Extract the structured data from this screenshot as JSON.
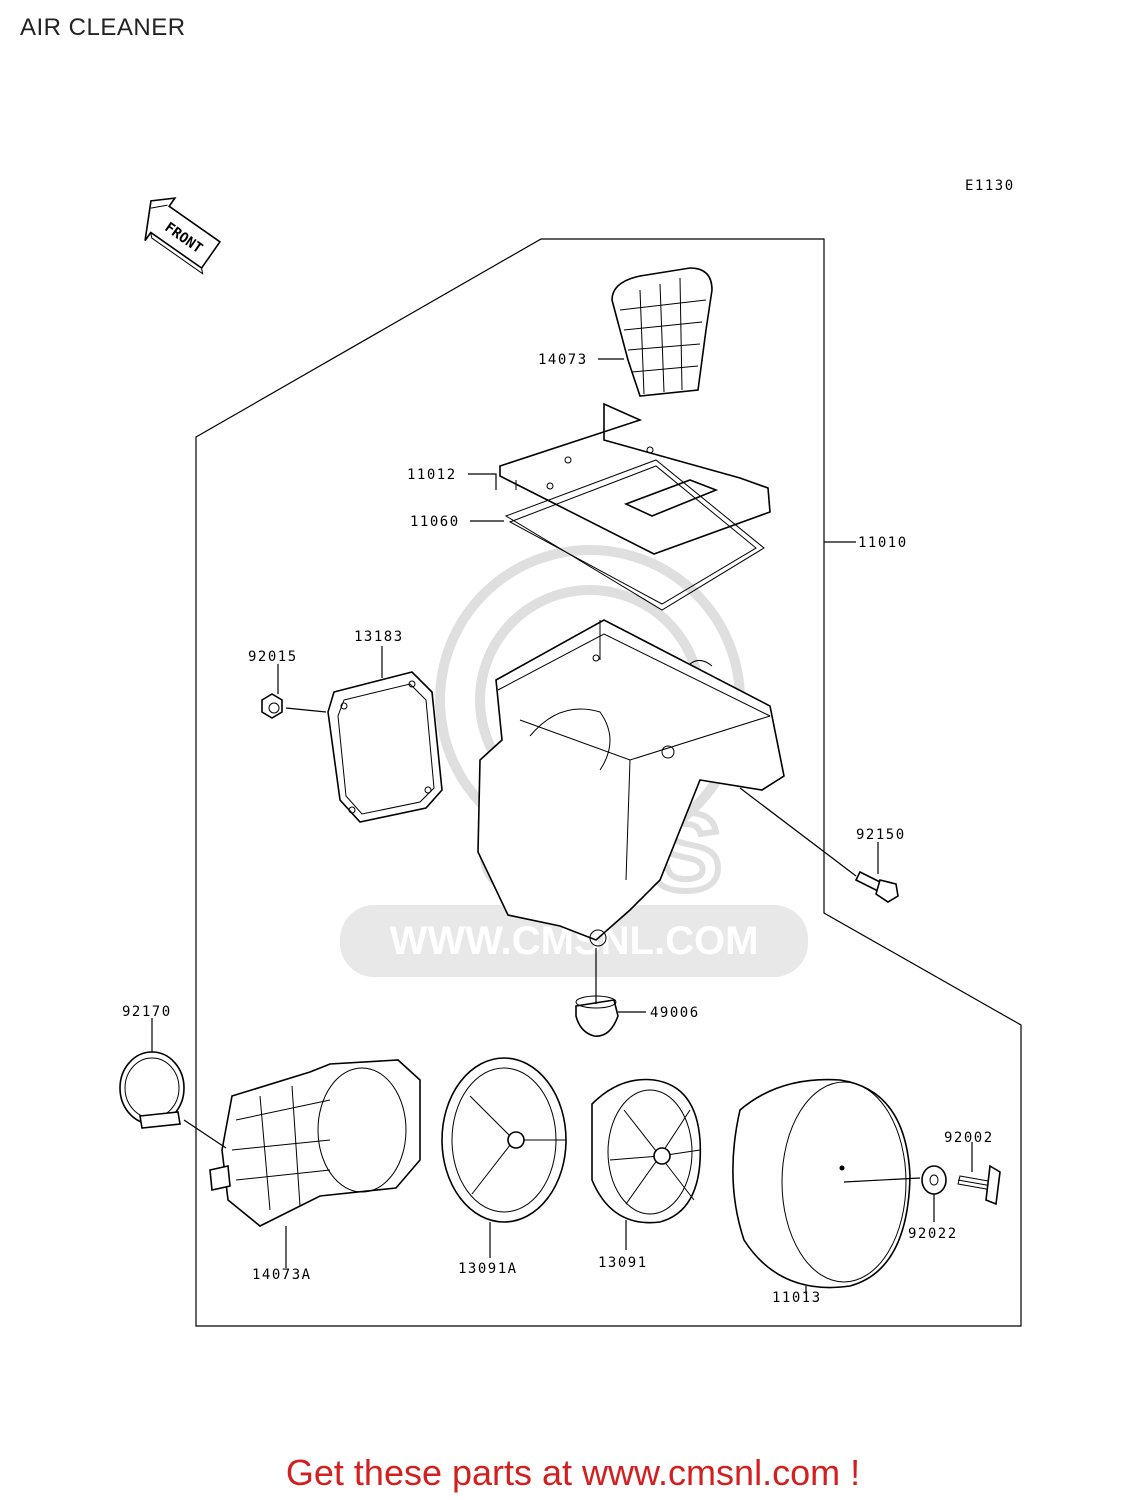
{
  "title": "AIR CLEANER",
  "diagram_code": "E1130",
  "front_label": "FRONT",
  "watermark_text": "WWW.CMSNL.COM",
  "watermark_logo": "CMS",
  "parts": [
    {
      "id": "14073"
    },
    {
      "id": "11012"
    },
    {
      "id": "11060"
    },
    {
      "id": "11010"
    },
    {
      "id": "13183"
    },
    {
      "id": "92015"
    },
    {
      "id": "92150"
    },
    {
      "id": "49006"
    },
    {
      "id": "92170"
    },
    {
      "id": "14073A"
    },
    {
      "id": "13091A"
    },
    {
      "id": "13091"
    },
    {
      "id": "11013"
    },
    {
      "id": "92002"
    },
    {
      "id": "92022"
    }
  ],
  "footer": "Get these parts at www.cmsnl.com !",
  "colors": {
    "footer": "#d21f1f",
    "watermark": "#dcdcdc",
    "lines": "#000000"
  }
}
